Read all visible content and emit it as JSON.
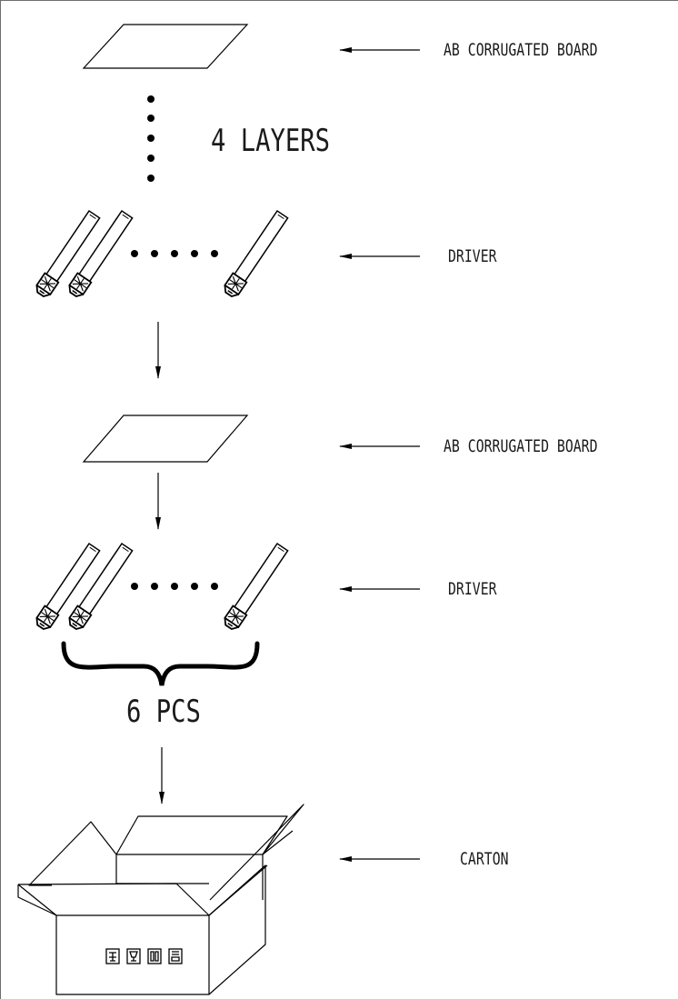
{
  "labels": {
    "board_top": "AB CORRUGATED BOARD",
    "layers": "4 LAYERS",
    "driver_top": "DRIVER",
    "board_mid": "AB CORRUGATED BOARD",
    "driver_bottom": "DRIVER",
    "pcs": "6 PCS",
    "carton": "CARTON"
  },
  "icons": [
    "arrow-left-icon",
    "arrow-down-icon",
    "driver-icon",
    "carton-box-icon",
    "handling-symbol-icon"
  ],
  "colors": {
    "line": "#000000",
    "text": "#1a1a1a",
    "border": "#6e6e6e",
    "background": "#ffffff"
  }
}
